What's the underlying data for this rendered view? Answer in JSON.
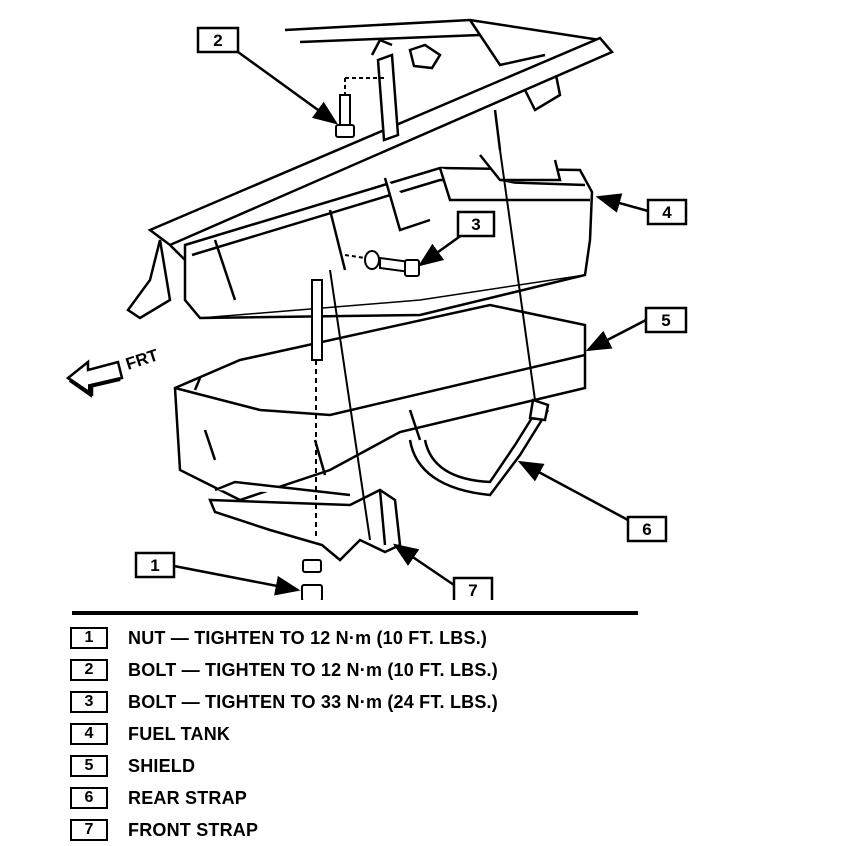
{
  "diagram": {
    "direction_label": "FRT",
    "callouts": [
      {
        "number": "2"
      },
      {
        "number": "3"
      },
      {
        "number": "4"
      },
      {
        "number": "5"
      },
      {
        "number": "6"
      },
      {
        "number": "7"
      },
      {
        "number": "1"
      }
    ]
  },
  "legend": {
    "items": [
      {
        "number": "1",
        "text": "NUT — TIGHTEN TO 12 N·m (10 FT. LBS.)"
      },
      {
        "number": "2",
        "text": "BOLT — TIGHTEN TO 12 N·m (10 FT. LBS.)"
      },
      {
        "number": "3",
        "text": "BOLT — TIGHTEN TO 33 N·m (24 FT. LBS.)"
      },
      {
        "number": "4",
        "text": "FUEL TANK"
      },
      {
        "number": "5",
        "text": "SHIELD"
      },
      {
        "number": "6",
        "text": "REAR STRAP"
      },
      {
        "number": "7",
        "text": "FRONT STRAP"
      }
    ]
  }
}
